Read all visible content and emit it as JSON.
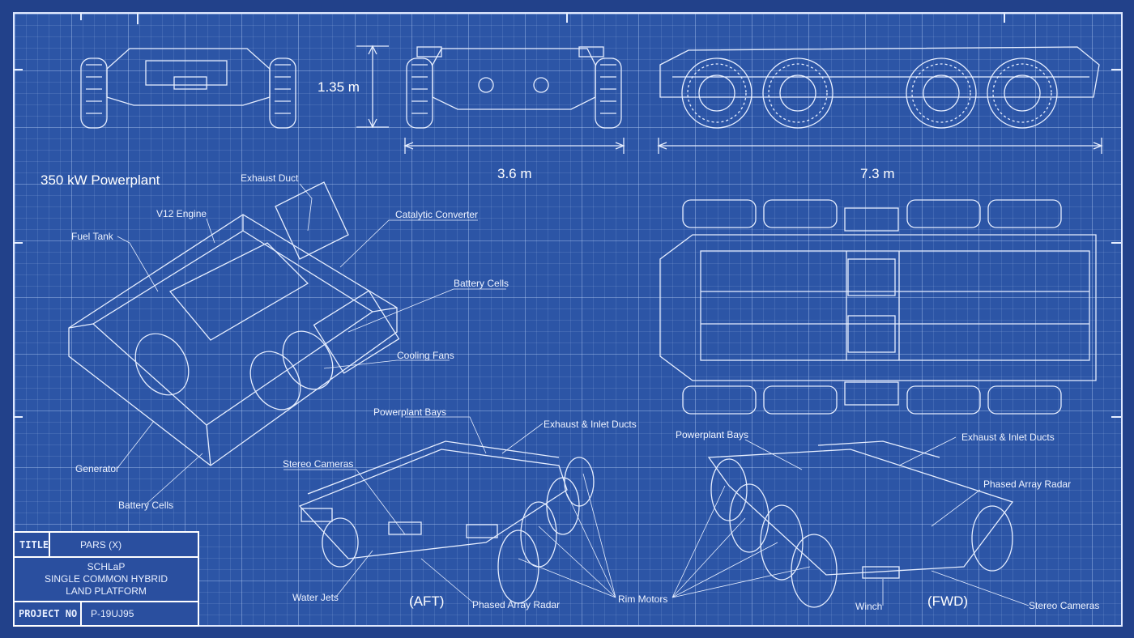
{
  "views": {
    "height_dim": "1.35 m",
    "width_dim": "3.6 m",
    "length_dim": "7.3 m",
    "powerplant_title": "350 kW Powerplant",
    "aft_label": "(AFT)",
    "fwd_label": "(FWD)"
  },
  "powerplant_labels": {
    "exhaust_duct": "Exhaust Duct",
    "v12_engine": "V12  Engine",
    "catalytic_converter": "Catalytic Converter",
    "fuel_tank": "Fuel Tank",
    "battery_cells_top": "Battery Cells",
    "cooling_fans": "Cooling Fans",
    "generator": "Generator",
    "battery_cells_bottom": "Battery Cells"
  },
  "aft_labels": {
    "powerplant_bays": "Powerplant Bays",
    "exhaust_inlet": "Exhaust & Inlet Ducts",
    "stereo_cameras": "Stereo Cameras",
    "water_jets": "Water Jets",
    "phased_array_radar": "Phased Array Radar",
    "rim_motors": "Rim Motors"
  },
  "fwd_labels": {
    "powerplant_bays": "Powerplant Bays",
    "exhaust_inlet": "Exhaust & Inlet Ducts",
    "phased_array_radar": "Phased Array Radar",
    "winch": "Winch",
    "stereo_cameras": "Stereo Cameras"
  },
  "title_block": {
    "title_key": "TITLE",
    "title_value": "PARS (X)",
    "desc_line1": "SCHLaP",
    "desc_line2": "SINGLE COMMON HYBRID",
    "desc_line3": "LAND PLATFORM",
    "project_key": "PROJECT NO",
    "project_value": "P-19UJ95"
  },
  "colors": {
    "paper": "#2c55a6",
    "line": "#dfe8ff"
  }
}
